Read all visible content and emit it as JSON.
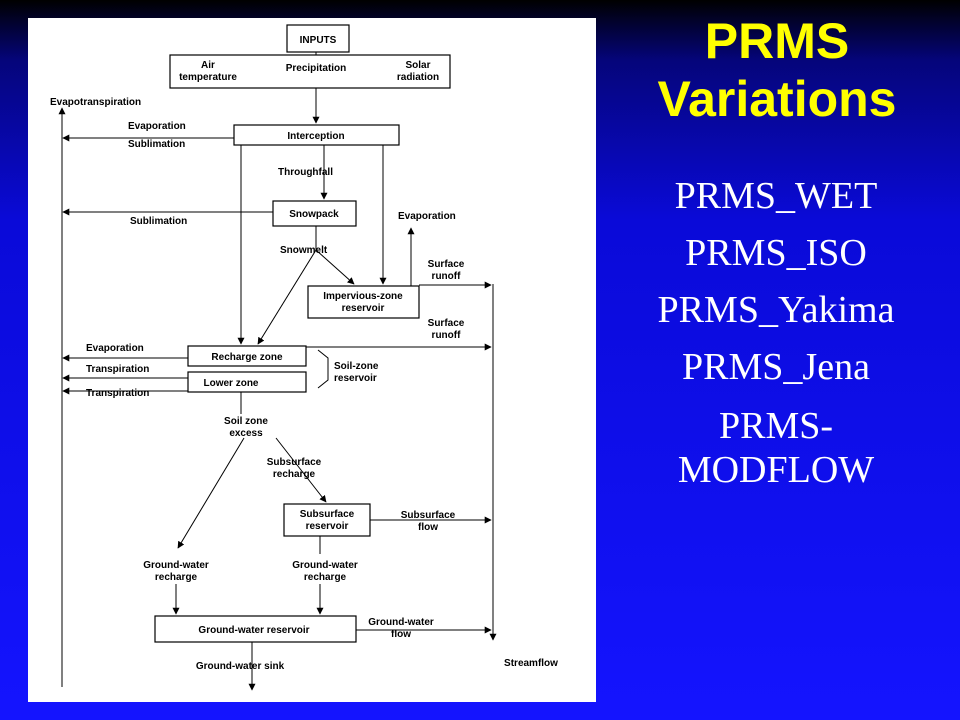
{
  "slide": {
    "title_line1": "PRMS",
    "title_line2": "Variations",
    "title_color": "#ffff00",
    "background_color": "#1414ff",
    "list_color": "#ffffff",
    "variations": [
      "PRMS_WET",
      "PRMS_ISO",
      "PRMS_Yakima",
      "PRMS_Jena"
    ],
    "variation_last_line1": "PRMS-",
    "variation_last_line2": "MODFLOW"
  },
  "diagram": {
    "inputs": "INPUTS",
    "air_temperature_1": "Air",
    "air_temperature_2": "temperature",
    "precipitation": "Precipitation",
    "solar_radiation_1": "Solar",
    "solar_radiation_2": "radiation",
    "evapotranspiration": "Evapotranspiration",
    "evaporation_top": "Evaporation",
    "sublimation_top": "Sublimation",
    "interception": "Interception",
    "throughfall": "Throughfall",
    "snowpack": "Snowpack",
    "sublimation_mid": "Sublimation",
    "evaporation_right": "Evaporation",
    "snowmelt": "Snowmelt",
    "surface_runoff_1a": "Surface",
    "surface_runoff_1b": "runoff",
    "impervious_1": "Impervious-zone",
    "impervious_2": "reservoir",
    "surface_runoff_2a": "Surface",
    "surface_runoff_2b": "runoff",
    "evaporation_lower": "Evaporation",
    "transpiration_1": "Transpiration",
    "transpiration_2": "Transpiration",
    "recharge_zone": "Recharge zone",
    "lower_zone": "Lower zone",
    "soil_zone_reservoir_1": "Soil-zone",
    "soil_zone_reservoir_2": "reservoir",
    "soil_zone_excess_1": "Soil zone",
    "soil_zone_excess_2": "excess",
    "subsurface_recharge_1": "Subsurface",
    "subsurface_recharge_2": "recharge",
    "subsurface_reservoir_1": "Subsurface",
    "subsurface_reservoir_2": "reservoir",
    "subsurface_flow_1": "Subsurface",
    "subsurface_flow_2": "flow",
    "gw_recharge_left_1": "Ground-water",
    "gw_recharge_left_2": "recharge",
    "gw_recharge_right_1": "Ground-water",
    "gw_recharge_right_2": "recharge",
    "gw_reservoir": "Ground-water reservoir",
    "gw_flow_1": "Ground-water",
    "gw_flow_2": "flow",
    "gw_sink": "Ground-water sink",
    "streamflow": "Streamflow"
  }
}
